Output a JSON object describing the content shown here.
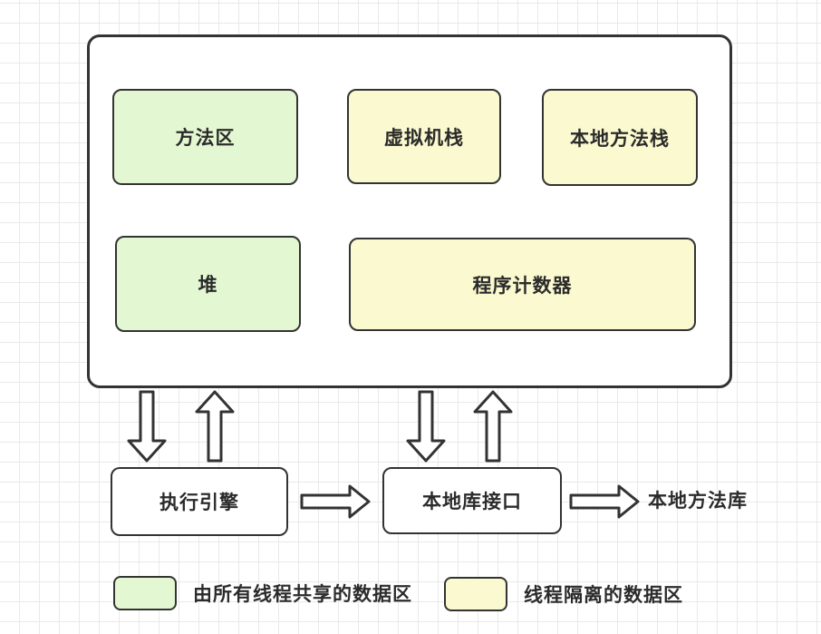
{
  "colors": {
    "background": "#ffffff",
    "grid_line": "#e9e9e9",
    "stroke": "#333333",
    "text": "#2b2b2b",
    "shared_fill": "#e3f8d2",
    "isolated_fill": "#fbf9cf"
  },
  "runtime_boxes": [
    {
      "label": "方法区",
      "type": "shared"
    },
    {
      "label": "虚拟机栈",
      "type": "isolated"
    },
    {
      "label": "本地方法栈",
      "type": "isolated"
    },
    {
      "label": "堆",
      "type": "shared"
    },
    {
      "label": "程序计数器",
      "type": "isolated"
    }
  ],
  "flow": {
    "execution_engine": "执行引擎",
    "native_interface": "本地库接口",
    "native_library": "本地方法库"
  },
  "legend": [
    {
      "swatch": "shared",
      "label": "由所有线程共享的数据区"
    },
    {
      "swatch": "isolated",
      "label": "线程隔离的数据区"
    }
  ]
}
